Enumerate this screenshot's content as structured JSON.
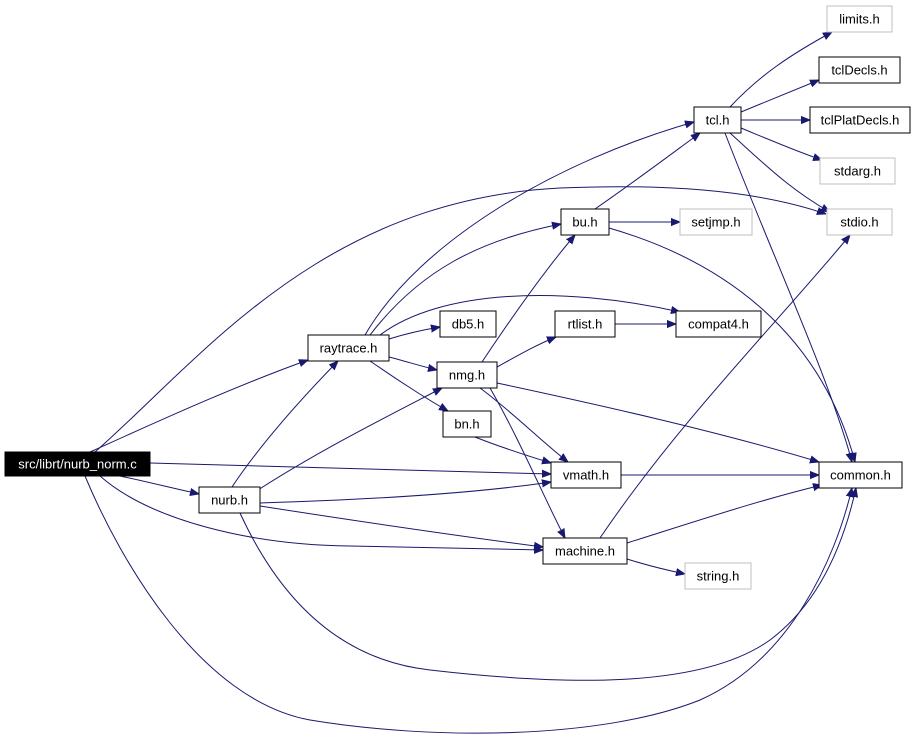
{
  "nodes": [
    {
      "id": "nurb_norm_c",
      "label": "src/librt/nurb_norm.c",
      "style": "root"
    },
    {
      "id": "raytrace_h",
      "label": "raytrace.h",
      "style": "normal"
    },
    {
      "id": "nurb_h",
      "label": "nurb.h",
      "style": "normal"
    },
    {
      "id": "tcl_h",
      "label": "tcl.h",
      "style": "normal"
    },
    {
      "id": "bu_h",
      "label": "bu.h",
      "style": "normal"
    },
    {
      "id": "db5_h",
      "label": "db5.h",
      "style": "normal"
    },
    {
      "id": "nmg_h",
      "label": "nmg.h",
      "style": "normal"
    },
    {
      "id": "bn_h",
      "label": "bn.h",
      "style": "normal"
    },
    {
      "id": "rtlist_h",
      "label": "rtlist.h",
      "style": "normal"
    },
    {
      "id": "compat4_h",
      "label": "compat4.h",
      "style": "normal"
    },
    {
      "id": "vmath_h",
      "label": "vmath.h",
      "style": "normal"
    },
    {
      "id": "machine_h",
      "label": "machine.h",
      "style": "normal"
    },
    {
      "id": "common_h",
      "label": "common.h",
      "style": "normal"
    },
    {
      "id": "tclDecls_h",
      "label": "tclDecls.h",
      "style": "normal"
    },
    {
      "id": "tclPlatDecls_h",
      "label": "tclPlatDecls.h",
      "style": "normal"
    },
    {
      "id": "limits_h",
      "label": "limits.h",
      "style": "external"
    },
    {
      "id": "stdarg_h",
      "label": "stdarg.h",
      "style": "external"
    },
    {
      "id": "stdio_h",
      "label": "stdio.h",
      "style": "external"
    },
    {
      "id": "setjmp_h",
      "label": "setjmp.h",
      "style": "external"
    },
    {
      "id": "string_h",
      "label": "string.h",
      "style": "external"
    }
  ],
  "edges": [
    {
      "from": "nurb_norm_c",
      "to": "raytrace_h"
    },
    {
      "from": "nurb_norm_c",
      "to": "stdio_h"
    },
    {
      "from": "nurb_norm_c",
      "to": "vmath_h"
    },
    {
      "from": "nurb_norm_c",
      "to": "nurb_h"
    },
    {
      "from": "nurb_norm_c",
      "to": "machine_h"
    },
    {
      "from": "nurb_norm_c",
      "to": "common_h"
    },
    {
      "from": "raytrace_h",
      "to": "tcl_h"
    },
    {
      "from": "raytrace_h",
      "to": "bu_h"
    },
    {
      "from": "raytrace_h",
      "to": "compat4_h"
    },
    {
      "from": "raytrace_h",
      "to": "db5_h"
    },
    {
      "from": "raytrace_h",
      "to": "nmg_h"
    },
    {
      "from": "raytrace_h",
      "to": "bn_h"
    },
    {
      "from": "nurb_h",
      "to": "raytrace_h"
    },
    {
      "from": "nurb_h",
      "to": "nmg_h"
    },
    {
      "from": "nurb_h",
      "to": "vmath_h"
    },
    {
      "from": "nurb_h",
      "to": "machine_h"
    },
    {
      "from": "nurb_h",
      "to": "common_h"
    },
    {
      "from": "tcl_h",
      "to": "limits_h"
    },
    {
      "from": "tcl_h",
      "to": "tclDecls_h"
    },
    {
      "from": "tcl_h",
      "to": "tclPlatDecls_h"
    },
    {
      "from": "tcl_h",
      "to": "stdarg_h"
    },
    {
      "from": "tcl_h",
      "to": "stdio_h"
    },
    {
      "from": "tcl_h",
      "to": "common_h"
    },
    {
      "from": "bu_h",
      "to": "tcl_h"
    },
    {
      "from": "bu_h",
      "to": "setjmp_h"
    },
    {
      "from": "bu_h",
      "to": "common_h"
    },
    {
      "from": "nmg_h",
      "to": "bu_h"
    },
    {
      "from": "nmg_h",
      "to": "rtlist_h"
    },
    {
      "from": "nmg_h",
      "to": "vmath_h"
    },
    {
      "from": "nmg_h",
      "to": "machine_h"
    },
    {
      "from": "nmg_h",
      "to": "common_h"
    },
    {
      "from": "rtlist_h",
      "to": "compat4_h"
    },
    {
      "from": "bn_h",
      "to": "vmath_h"
    },
    {
      "from": "vmath_h",
      "to": "common_h"
    },
    {
      "from": "machine_h",
      "to": "stdio_h"
    },
    {
      "from": "machine_h",
      "to": "common_h"
    },
    {
      "from": "machine_h",
      "to": "string_h"
    }
  ]
}
